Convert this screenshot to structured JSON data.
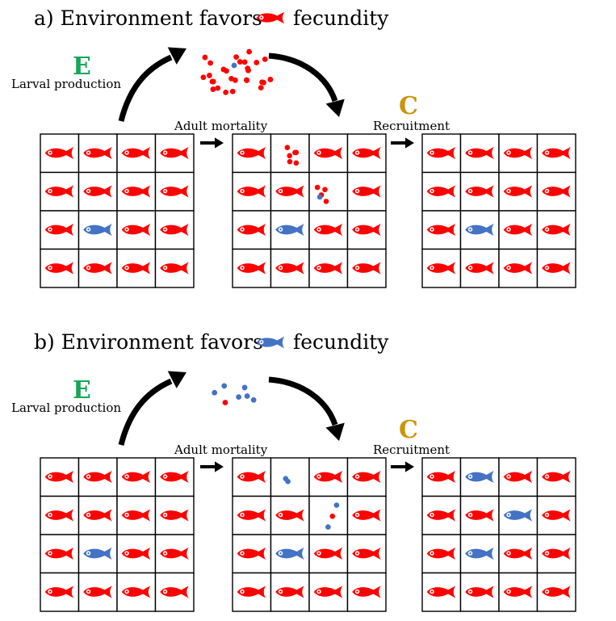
{
  "colors": {
    "red_fish": "#ff0000",
    "blue_fish": "#4472c4",
    "E_label": "#1aa55a",
    "C_label": "#c8960c",
    "arrow": "#000000",
    "grid_line": "#000000"
  },
  "panels": [
    {
      "id": "a",
      "title_prefix": "a) Environment favors",
      "title_fish": "red",
      "title_suffix": "fecundity",
      "E_letter": "E",
      "C_letter": "C",
      "larval_label": "Larval production",
      "mortality_label": "Adult mortality",
      "recruitment_label": "Recruitment",
      "grid_before": [
        [
          "red",
          "red",
          "red",
          "red"
        ],
        [
          "red",
          "red",
          "red",
          "red"
        ],
        [
          "red",
          "blue",
          "red",
          "red"
        ],
        [
          "red",
          "red",
          "red",
          "red"
        ]
      ],
      "grid_mid": [
        [
          "red",
          "larvae",
          "red",
          "red"
        ],
        [
          "red",
          "red",
          "larvae",
          "red"
        ],
        [
          "red",
          "blue",
          "red",
          "red"
        ],
        [
          "red",
          "red",
          "red",
          "red"
        ]
      ],
      "grid_after": [
        [
          "red",
          "red",
          "red",
          "red"
        ],
        [
          "red",
          "red",
          "red",
          "red"
        ],
        [
          "red",
          "blue",
          "red",
          "red"
        ],
        [
          "red",
          "red",
          "red",
          "red"
        ]
      ],
      "larval_pool": {
        "red": 28,
        "blue": 1
      },
      "vacant_cell_larvae": [
        {
          "red": 6,
          "blue": 0
        },
        {
          "red": 4,
          "blue": 1
        }
      ]
    },
    {
      "id": "b",
      "title_prefix": "b) Environment favors",
      "title_fish": "blue",
      "title_suffix": "fecundity",
      "E_letter": "E",
      "C_letter": "C",
      "larval_label": "Larval production",
      "mortality_label": "Adult mortality",
      "recruitment_label": "Recruitment",
      "grid_before": [
        [
          "red",
          "red",
          "red",
          "red"
        ],
        [
          "red",
          "red",
          "red",
          "red"
        ],
        [
          "red",
          "blue",
          "red",
          "red"
        ],
        [
          "red",
          "red",
          "red",
          "red"
        ]
      ],
      "grid_mid": [
        [
          "red",
          "larvae",
          "red",
          "red"
        ],
        [
          "red",
          "red",
          "larvae",
          "red"
        ],
        [
          "red",
          "blue",
          "red",
          "red"
        ],
        [
          "red",
          "red",
          "red",
          "red"
        ]
      ],
      "grid_after": [
        [
          "red",
          "blue",
          "red",
          "red"
        ],
        [
          "red",
          "red",
          "blue",
          "red"
        ],
        [
          "red",
          "blue",
          "red",
          "red"
        ],
        [
          "red",
          "red",
          "red",
          "red"
        ]
      ],
      "larval_pool": {
        "red": 1,
        "blue": 6
      },
      "vacant_cell_larvae": [
        {
          "red": 0,
          "blue": 2
        },
        {
          "red": 1,
          "blue": 2
        }
      ]
    }
  ]
}
